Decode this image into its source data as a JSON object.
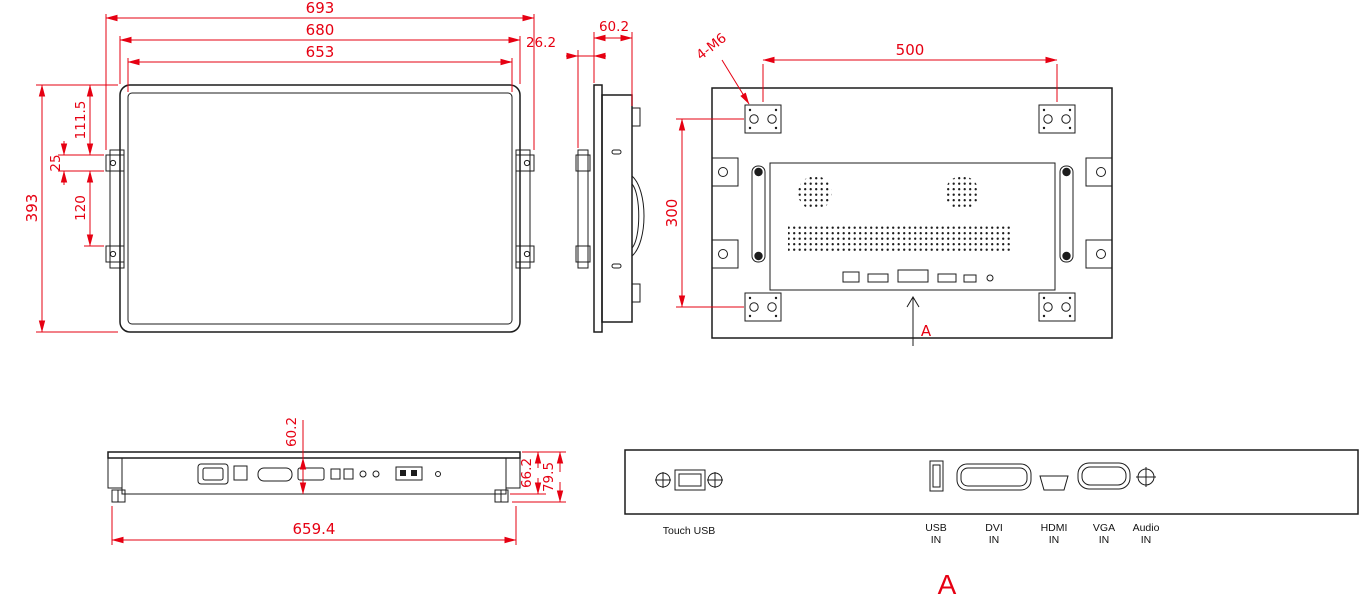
{
  "colors": {
    "line": "#1c1c1c",
    "dim": "#e60012"
  },
  "front_view": {
    "width_total": "693",
    "width_frame": "680",
    "width_screen": "653",
    "height_total": "393",
    "bracket_offset_top": "111.5",
    "bracket_tab": "25",
    "bracket_span": "120"
  },
  "side_view": {
    "depth": "60.2",
    "bracket_offset": "26.2"
  },
  "back_view": {
    "vesa_width": "500",
    "vesa_height": "300",
    "mount_thread": "4-M6",
    "section_label": "A"
  },
  "bottom_view": {
    "depth": "60.2",
    "width": "659.4",
    "depth_chassis": "66.2",
    "depth_total": "79.5"
  },
  "detail_view": {
    "touch_label": "Touch USB",
    "ports": [
      {
        "name": "USB",
        "sub": "IN"
      },
      {
        "name": "DVI",
        "sub": "IN"
      },
      {
        "name": "HDMI",
        "sub": "IN"
      },
      {
        "name": "VGA",
        "sub": "IN"
      },
      {
        "name": "Audio",
        "sub": "IN"
      }
    ],
    "view_label": "A"
  }
}
